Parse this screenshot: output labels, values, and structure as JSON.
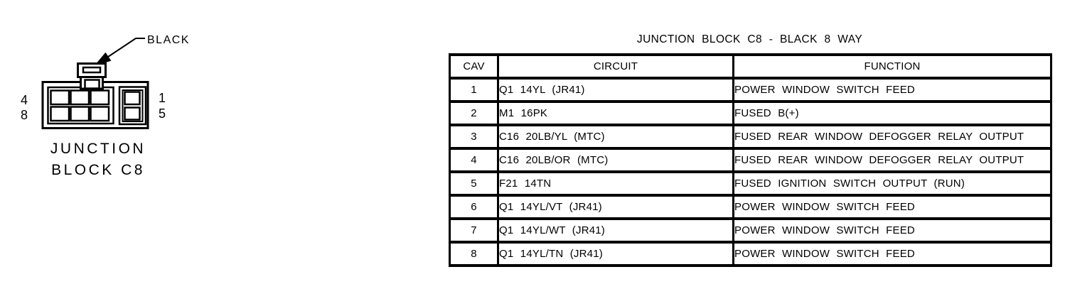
{
  "colors": {
    "ink": "#000000",
    "background": "#ffffff"
  },
  "connector": {
    "color_label": "BLACK",
    "caption_line1": "JUNCTION",
    "caption_line2": "BLOCK C8",
    "pin_labels": {
      "left_top": "4",
      "left_bottom": "8",
      "right_top": "1",
      "right_bottom": "5"
    }
  },
  "table": {
    "title": "JUNCTION BLOCK C8 - BLACK 8 WAY",
    "columns": [
      "CAV",
      "CIRCUIT",
      "FUNCTION"
    ],
    "rows": [
      {
        "cav": "1",
        "circuit": "Q1 14YL (JR41)",
        "function": "POWER WINDOW SWITCH FEED"
      },
      {
        "cav": "2",
        "circuit": "M1 16PK",
        "function": "FUSED B(+)"
      },
      {
        "cav": "3",
        "circuit": "C16 20LB/YL (MTC)",
        "function": "FUSED REAR WINDOW DEFOGGER RELAY OUTPUT"
      },
      {
        "cav": "4",
        "circuit": "C16 20LB/OR (MTC)",
        "function": "FUSED REAR WINDOW DEFOGGER RELAY OUTPUT"
      },
      {
        "cav": "5",
        "circuit": "F21 14TN",
        "function": "FUSED IGNITION SWITCH OUTPUT (RUN)"
      },
      {
        "cav": "6",
        "circuit": "Q1 14YL/VT (JR41)",
        "function": "POWER WINDOW SWITCH FEED"
      },
      {
        "cav": "7",
        "circuit": "Q1 14YL/WT (JR41)",
        "function": "POWER WINDOW SWITCH FEED"
      },
      {
        "cav": "8",
        "circuit": "Q1 14YL/TN (JR41)",
        "function": "POWER WINDOW SWITCH FEED"
      }
    ]
  }
}
